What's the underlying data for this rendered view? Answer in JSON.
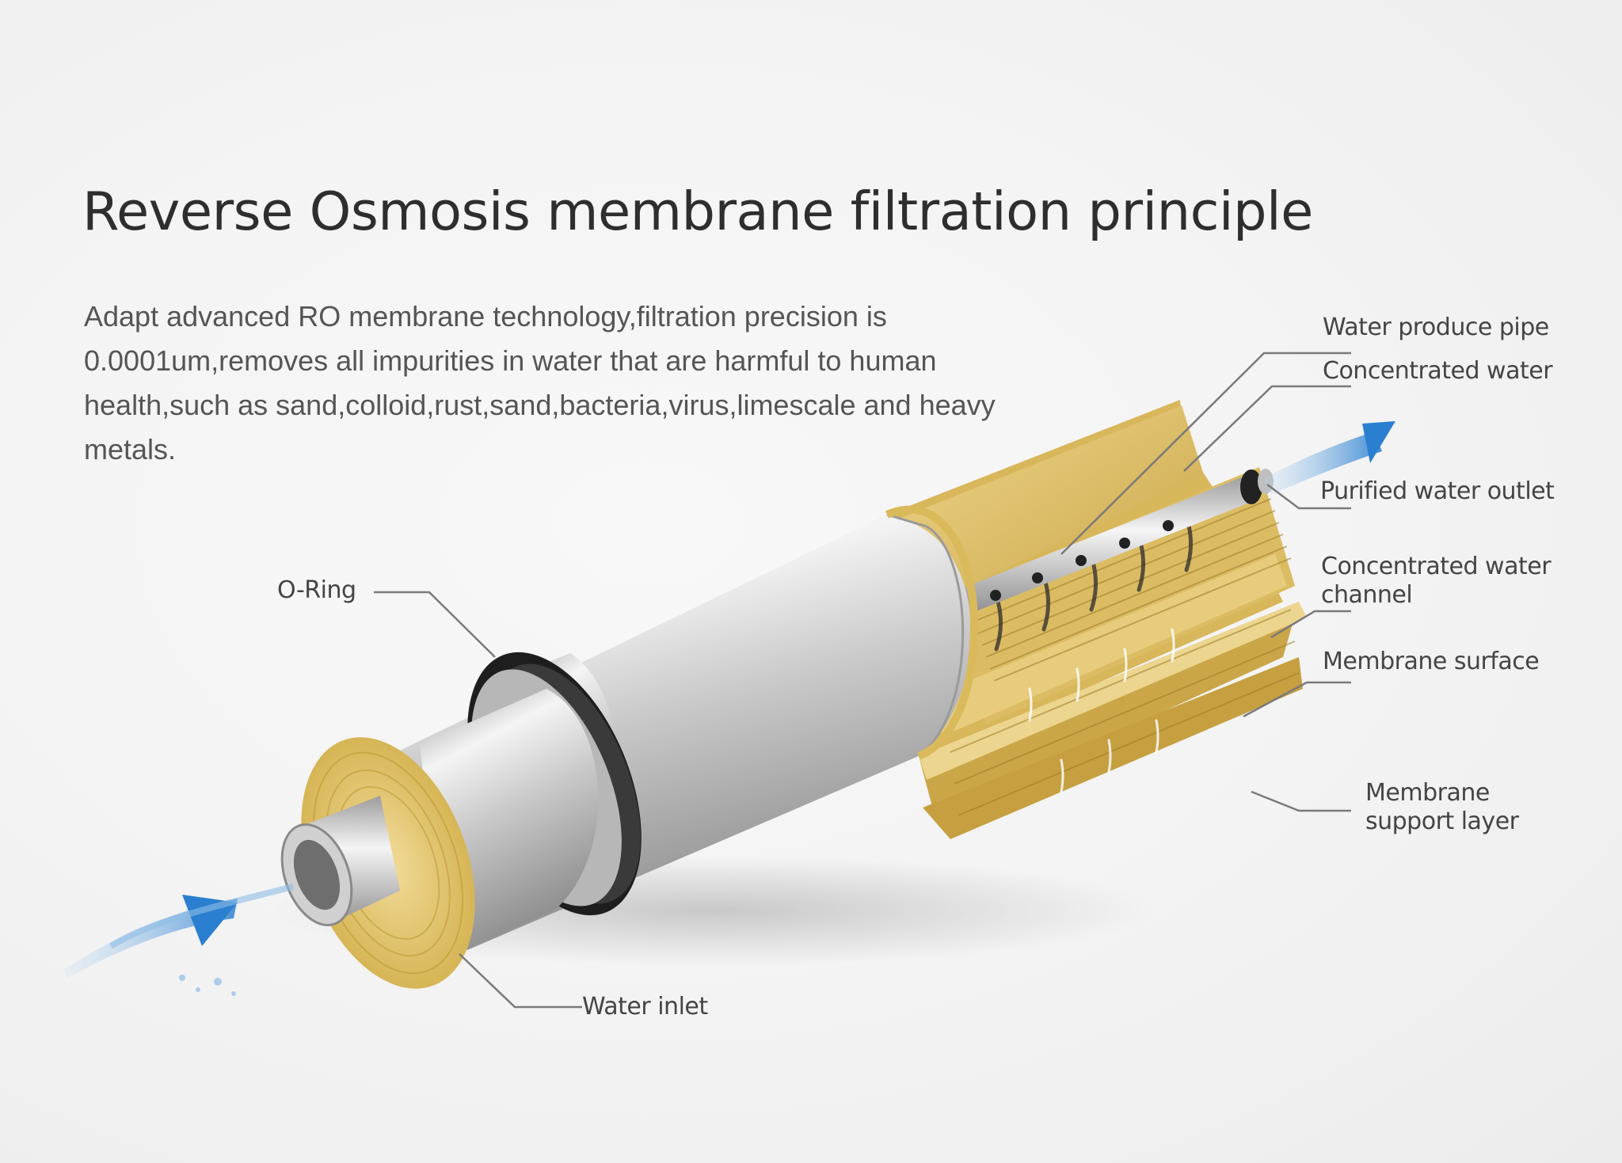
{
  "title": "Reverse Osmosis membrane filtration principle",
  "description": "Adapt advanced RO membrane technology,filtration precision is 0.0001um,removes all impurities in water that are harmful to human health,such as sand,colloid,rust,sand,bacteria,virus,limescale and heavy metals.",
  "labels": {
    "o_ring": "O-Ring",
    "water_inlet": "Water inlet",
    "water_produce_pipe": "Water produce pipe",
    "concentrated_water": "Concentrated water",
    "purified_water_outlet": "Purified water outlet",
    "concentrated_water_channel_1": "Concentrated water",
    "concentrated_water_channel_2": "channel",
    "membrane_surface": "Membrane surface",
    "membrane_support_layer_1": "Membrane",
    "membrane_support_layer_2": "support layer"
  },
  "colors": {
    "membrane": "#d9b95a",
    "membrane_light": "#ecd58e",
    "housing": "#c6c6c6",
    "o_ring": "#222222",
    "water_arrow": "#2a7fd0",
    "leader_line": "#7a7a7a"
  }
}
